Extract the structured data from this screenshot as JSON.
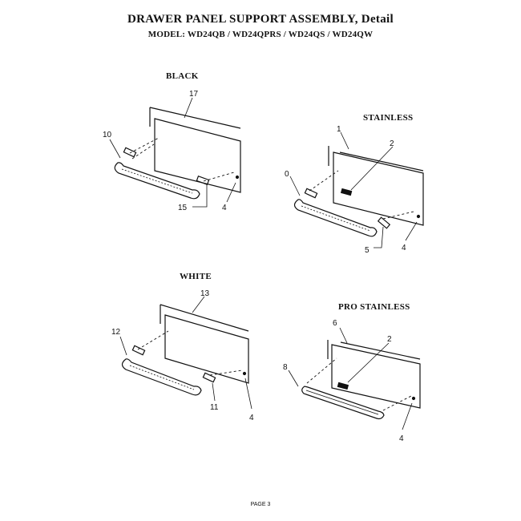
{
  "title": "DRAWER PANEL SUPPORT ASSEMBLY, Detail",
  "models": "MODEL: WD24QB / WD24QPRS / WD24QS / WD24QW",
  "sections": {
    "black": {
      "label": "BLACK",
      "callouts": {
        "panel": "17",
        "handle": "10",
        "standoff": "15",
        "screw": "4"
      }
    },
    "stainless": {
      "label": "STAINLESS",
      "callouts": {
        "panel": "1",
        "emblem": "2",
        "handle": "0",
        "standoff": "5",
        "screw": "4"
      }
    },
    "white": {
      "label": "WHITE",
      "callouts": {
        "panel": "13",
        "handle": "12",
        "standoff": "11",
        "screw": "4"
      }
    },
    "pro_stainless": {
      "label": "PRO STAINLESS",
      "callouts": {
        "panel": "6",
        "emblem": "2",
        "handle": "8",
        "screw": "4"
      }
    }
  },
  "footer": "PAGE 3"
}
